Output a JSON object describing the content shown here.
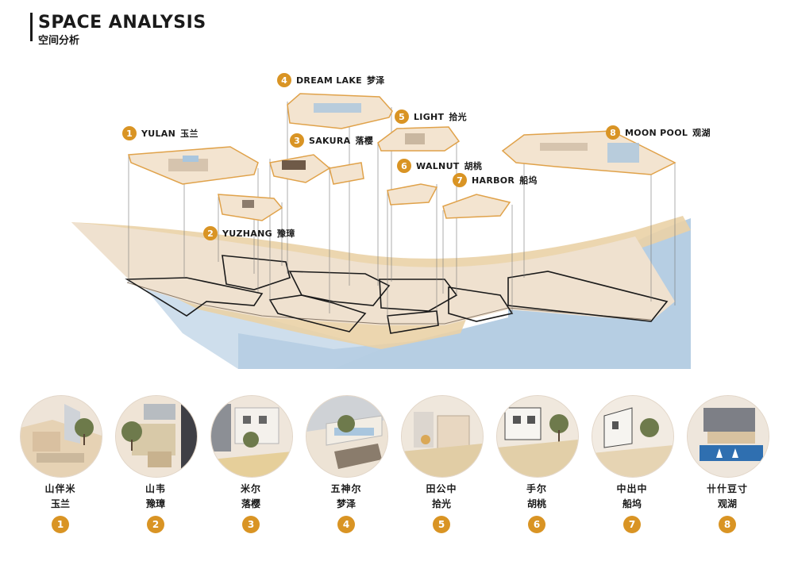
{
  "header": {
    "title_en": "SPACE ANALYSIS",
    "title_cn": "空间分析"
  },
  "spaces": [
    {
      "number": "1",
      "name_en": "YULAN",
      "name_cn": "玉兰",
      "glyph": "山伴米"
    },
    {
      "number": "2",
      "name_en": "YUZHANG",
      "name_cn": "豫璋",
      "glyph": "山韦"
    },
    {
      "number": "3",
      "name_en": "SAKURA",
      "name_cn": "落樱",
      "glyph": "米尔"
    },
    {
      "number": "4",
      "name_en": "DREAM LAKE",
      "name_cn": "梦泽",
      "glyph": "五神尔"
    },
    {
      "number": "5",
      "name_en": "LIGHT",
      "name_cn": "拾光",
      "glyph": "田公中"
    },
    {
      "number": "6",
      "name_en": "WALNUT",
      "name_cn": "胡桃",
      "glyph": "手尔"
    },
    {
      "number": "7",
      "name_en": "HARBOR",
      "name_cn": "船坞",
      "glyph": "中出中"
    },
    {
      "number": "8",
      "name_en": "MOON POOL",
      "name_cn": "观湖",
      "glyph": "卄什豆寸"
    }
  ],
  "colors": {
    "accent": "#d99424",
    "water": "#a9c6de",
    "sand": "#ead2a6",
    "terrace": "#efe1cf",
    "outline": "#e0a24a"
  }
}
